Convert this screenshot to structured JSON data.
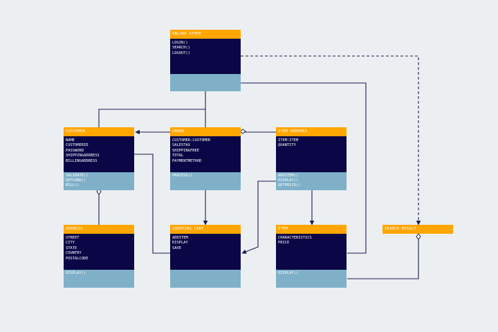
{
  "classes": {
    "online_store": {
      "name": "ONLINE STORE",
      "attributes": [
        "LOGIN()",
        "SEARCH()",
        "LOGOUT()"
      ],
      "operations": []
    },
    "customer": {
      "name": "CUSTOMER",
      "attributes": [
        "NAME",
        "CUSTOMERID",
        "PASSWORD",
        "SHIPPINGADDRESS",
        "BILLINGADDRESS"
      ],
      "operations": [
        "VALIDATE()",
        "GETCARD()",
        "BILL()"
      ]
    },
    "order": {
      "name": "ORDER",
      "attributes": [
        "CUSTOMER:CUSTOMER",
        "SALESTAX",
        "SHIPPINGFREE",
        "TOTAL",
        "PAYMENTMETHOD"
      ],
      "operations": [
        "PROCESS()"
      ]
    },
    "item_ordered": {
      "name": "ITEM ORDERED",
      "attributes": [
        "ITEM:ITEM",
        "QUANTITY"
      ],
      "operations": [
        "ADDITEM()",
        "DISPLAY()",
        "GETPRICE()"
      ]
    },
    "address": {
      "name": "ADDRESS",
      "attributes": [
        "STREET",
        "CITY",
        "STATE",
        "COUNTRY",
        "POSTALCODE"
      ],
      "operations": [
        "DISPLAY()"
      ]
    },
    "shopping_cart": {
      "name": "SHOPPING CART",
      "attributes": [
        "ADDITEM",
        "DISPLAY",
        "SAVE"
      ],
      "operations": []
    },
    "item": {
      "name": "ITEM",
      "attributes": [
        "CHARACTERISTICS",
        "PRICE"
      ],
      "operations": [
        "DISPLAY()"
      ]
    },
    "search_result": {
      "name": "SEARCH RESULT"
    }
  },
  "colors": {
    "header": "#ffa600",
    "attributes_bg": "#0b0746",
    "operations_bg": "#7fb0c8",
    "connector": "#1b1a4f",
    "background": "#eceff1"
  }
}
